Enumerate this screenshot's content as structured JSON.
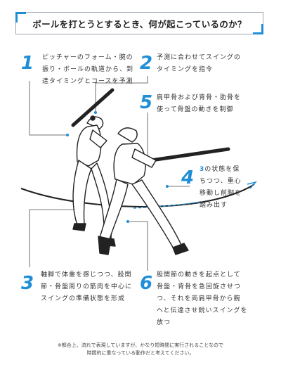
{
  "title": "ボールを打とうとするとき、何が起こっているのか？",
  "colors": {
    "accent": "#1e8fd6",
    "line": "#3b3b3b",
    "frame": "#9ea7b1"
  },
  "steps": [
    {
      "number": "1",
      "lines": [
        "ピッチャーのフォーム・腕の",
        "振り・ボールの軌道から、到",
        "達タイミングとコースを予測"
      ]
    },
    {
      "number": "2",
      "lines": [
        "予測に合わせてスイングの",
        "タイミングを指令"
      ]
    },
    {
      "number": "5",
      "lines": [
        "肩甲骨および背骨・肋骨を",
        "使って骨盤の動きを制御"
      ]
    },
    {
      "number": "4",
      "lines_accent": "3",
      "lines": [
        "の状態を保",
        "ちつつ、重心",
        "移動し前脚を",
        "踏み出す"
      ]
    },
    {
      "number": "3",
      "lines": [
        "軸脚で体重を感じつつ、股関",
        "節・骨盤周りの筋肉を中心に",
        "スイングの準備状態を形成"
      ]
    },
    {
      "number": "6",
      "lines": [
        "股関節の動きを起点として",
        "骨盤・背骨を急回旋させつ",
        "つ、それを両肩甲骨から腕",
        "へと伝達させ鋭いスイングを",
        "放つ"
      ]
    }
  ],
  "note": [
    "※都合上、流れで表現していますが、かなり短時間に実行されることなので",
    "時間的に重なっている動作だと考えてください。"
  ]
}
